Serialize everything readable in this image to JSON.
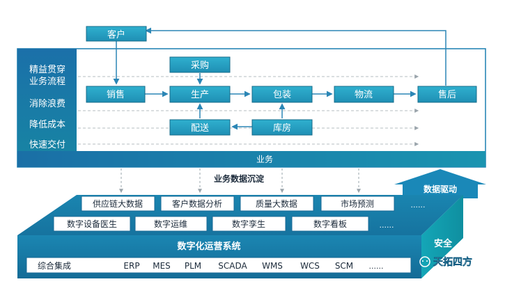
{
  "left_panel": {
    "lines": [
      "精益贯穿",
      "业务流程",
      "消除浪费",
      "降低成本",
      "快速交付"
    ]
  },
  "process": {
    "customer": "客户",
    "procurement": "采购",
    "sales": "销售",
    "production": "生产",
    "packaging": "包装",
    "logistics": "物流",
    "after_sales": "售后",
    "distribution": "配送",
    "warehouse": "库房",
    "business_label": "业务"
  },
  "sedimentation_label": "业务数据沉淀",
  "data_driven_label": "数据驱动",
  "big_data_row": [
    "供应链大数据",
    "客户数据分析",
    "质量大数据",
    "市场预测"
  ],
  "big_data_more": "......",
  "digital_row": [
    "数字设备医生",
    "数字运维",
    "数字孪生",
    "数字看板"
  ],
  "digital_more": "......",
  "platform": {
    "title": "数字化运营系统",
    "integration_label": "综合集成",
    "systems": [
      "ERP",
      "MES",
      "PLM",
      "SCADA",
      "WMS",
      "WCS",
      "SCM"
    ],
    "more": "......"
  },
  "security_label": "安全",
  "watermark": {
    "text": "天拓四方"
  },
  "colors": {
    "dark_blue": "#1674a8",
    "teal": "#1a97b0",
    "box_fill": "#2a9fc4",
    "box_border": "#176b8a",
    "arrow": "#2b86b5",
    "gray_arrow": "#9aa4ab"
  }
}
